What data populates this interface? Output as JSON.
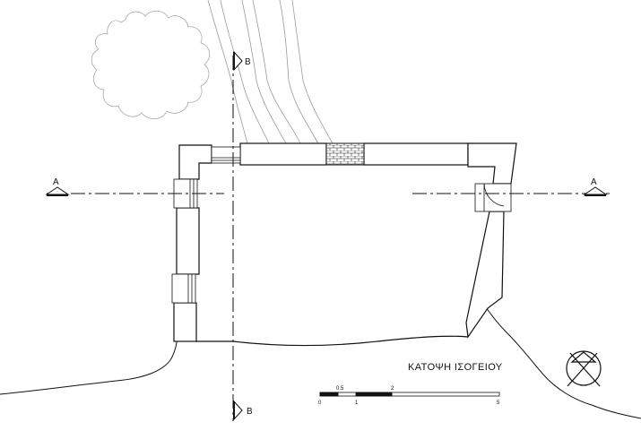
{
  "drawing": {
    "title": "ΚΑΤΟΨΗ ΙΣΟΓΕΙΟΥ",
    "section_marks": {
      "a_left": "A",
      "a_right": "A",
      "b_top": "B",
      "b_bottom": "B"
    },
    "scale_bar": {
      "top_labels": [
        "0.5",
        "2"
      ],
      "bottom_labels": [
        "0",
        "1",
        "5"
      ]
    },
    "north_symbol_icon": "north-arrow-icon",
    "colors": {
      "line": "#111111",
      "contour": "#9a9a9a",
      "background": "#ffffff"
    }
  }
}
